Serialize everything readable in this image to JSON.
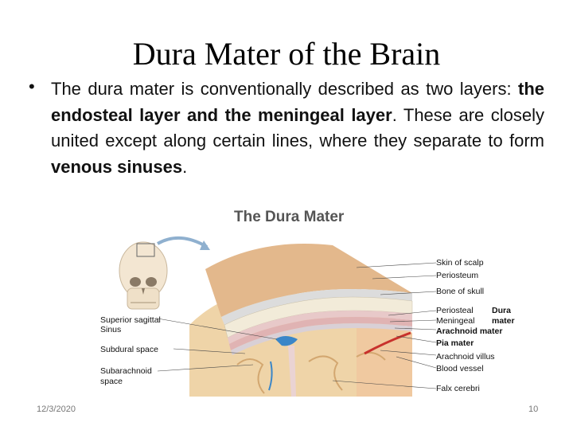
{
  "slide": {
    "title": "Dura Mater of the Brain",
    "bullet": {
      "t1": "The dura mater is conventionally described as two layers: ",
      "b1": "the endosteal layer and the meningeal layer",
      "t2": ". These are closely united except along certain lines, where they separate to form ",
      "b2": "venous sinuses",
      "t3": "."
    }
  },
  "figure": {
    "title": "The Dura Mater",
    "labels": {
      "skin_of_scalp": "Skin of scalp",
      "periosteum": "Periosteum",
      "bone_of_skull": "Bone of skull",
      "periosteal": "Periosteal",
      "meningeal": "Meningeal",
      "dura": "Dura",
      "mater": "mater",
      "arachnoid_mater": "Arachnoid mater",
      "pia_mater": "Pia mater",
      "arachnoid_villus": "Arachnoid villus",
      "blood_vessel": "Blood vessel",
      "falx_cerebri": "Falx cerebri",
      "superior_sagittal_1": "Superior sagittal",
      "superior_sagittal_2": "Sinus",
      "subdural_space": "Subdural space",
      "subarachnoid_1": "Subarachnoid",
      "subarachnoid_2": "space"
    }
  },
  "footer": {
    "date": "12/3/2020",
    "page": "10"
  },
  "colors": {
    "scalp": "#e3b88c",
    "bone": "#f2ebd9",
    "dura": "#e8c9c9",
    "brain": "#efd4a8",
    "sinus": "#3a86c8",
    "vessel": "#c8312c"
  }
}
